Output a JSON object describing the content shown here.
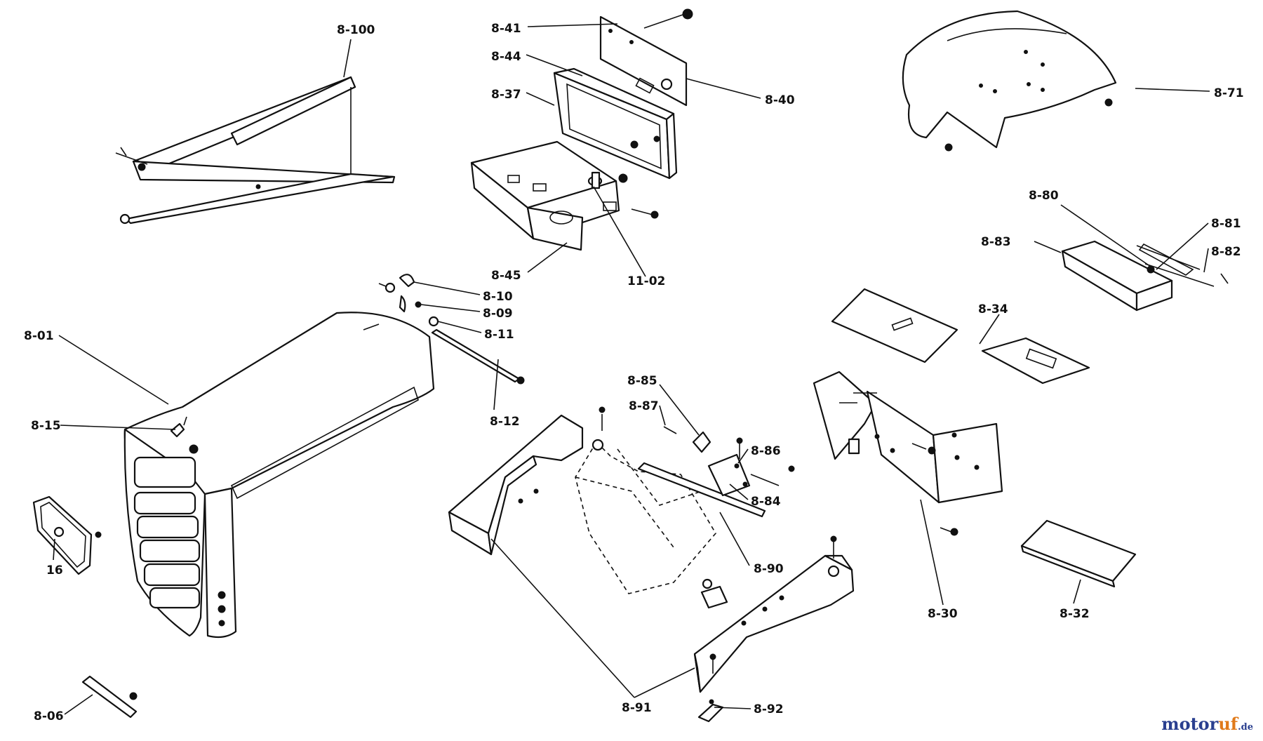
{
  "labels": {
    "p8_100": "8-100",
    "p8_41": "8-41",
    "p8_44": "8-44",
    "p8_37": "8-37",
    "p8_40": "8-40",
    "p8_71": "8-71",
    "p8_45": "8-45",
    "p11_02": "11-02",
    "p8_10": "8-10",
    "p8_09": "8-09",
    "p8_11": "8-11",
    "p8_12": "8-12",
    "p8_01": "8-01",
    "p8_15": "8-15",
    "p16": "16",
    "p8_06": "8-06",
    "p8_80": "8-80",
    "p8_81": "8-81",
    "p8_82": "8-82",
    "p8_83": "8-83",
    "p8_34": "8-34",
    "p8_85": "8-85",
    "p8_87": "8-87",
    "p8_86": "8-86",
    "p8_84": "8-84",
    "p8_90": "8-90",
    "p8_91": "8-91",
    "p8_92": "8-92",
    "p8_30": "8-30",
    "p8_32": "8-32"
  },
  "watermark": {
    "main": "motor",
    "accent": "uf",
    "tld": ".de"
  }
}
